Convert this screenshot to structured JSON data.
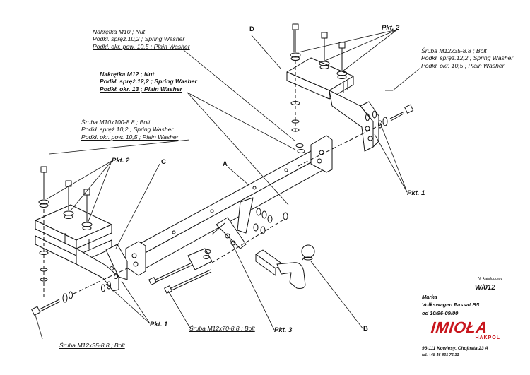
{
  "callouts": {
    "nut_m10": {
      "line1": "Nakrętka  M10 ; Nut",
      "line2": "Podkł. spręż.10,2 ; Spring Washer",
      "line3": "Podkł. okr. pow. 10,5 ; Plain Washer"
    },
    "nut_m12": {
      "line1": "Nakrętka  M12 ; Nut",
      "line2": "Podkł. spręż.12,2 ; Spring Washer",
      "line3": "Podkł. okr. 13 ; Plain Washer"
    },
    "bolt_m10x100": {
      "line1": "Śruba M10x100-8.8 ;  Bolt",
      "line2": "Podkł. spręż.10,2 ; Spring Washer",
      "line3": "Podkł. okr. pow. 10,5 ; Plain Washer"
    },
    "bolt_m12x35_right": {
      "line1": "Śruba M12x35-8.8 ;  Bolt",
      "line2": "Podkł. spręż.12,2 ; Spring Washer",
      "line3": "Podkł. okr. 10,5 ; Plain Washer"
    },
    "bolt_m12x70": {
      "line1": "Śruba M12x70-8.8 ;  Bolt"
    },
    "bolt_m12x35_left": {
      "line1": "Śruba M12x35-8.8 ;  Bolt"
    }
  },
  "pkt_tags": {
    "top_right": "Pkt. 2",
    "left": "Pkt. 2",
    "right": "Pkt. 1",
    "bottom_left": "Pkt. 1",
    "bottom_center": "Pkt. 3"
  },
  "part_letters": {
    "a": "A",
    "b": "B",
    "c": "C",
    "d": "D"
  },
  "info_block": {
    "catalog_label": "Nr katalogowy",
    "catalog_number": "W/012",
    "brand_label": "Marka",
    "brand_model": "Volkswagen Passat B5",
    "production": "od 10/96-09/00",
    "address": "96-111 Kowiesy, Chojnata 23 A",
    "phone": "tel. +48 46 831 75 31"
  },
  "logo": {
    "name": "IMIOŁA",
    "sub": "HAKPOL",
    "color": "#c8161d"
  },
  "colors": {
    "line": "#111111",
    "background": "#ffffff",
    "brand": "#c8161d"
  }
}
